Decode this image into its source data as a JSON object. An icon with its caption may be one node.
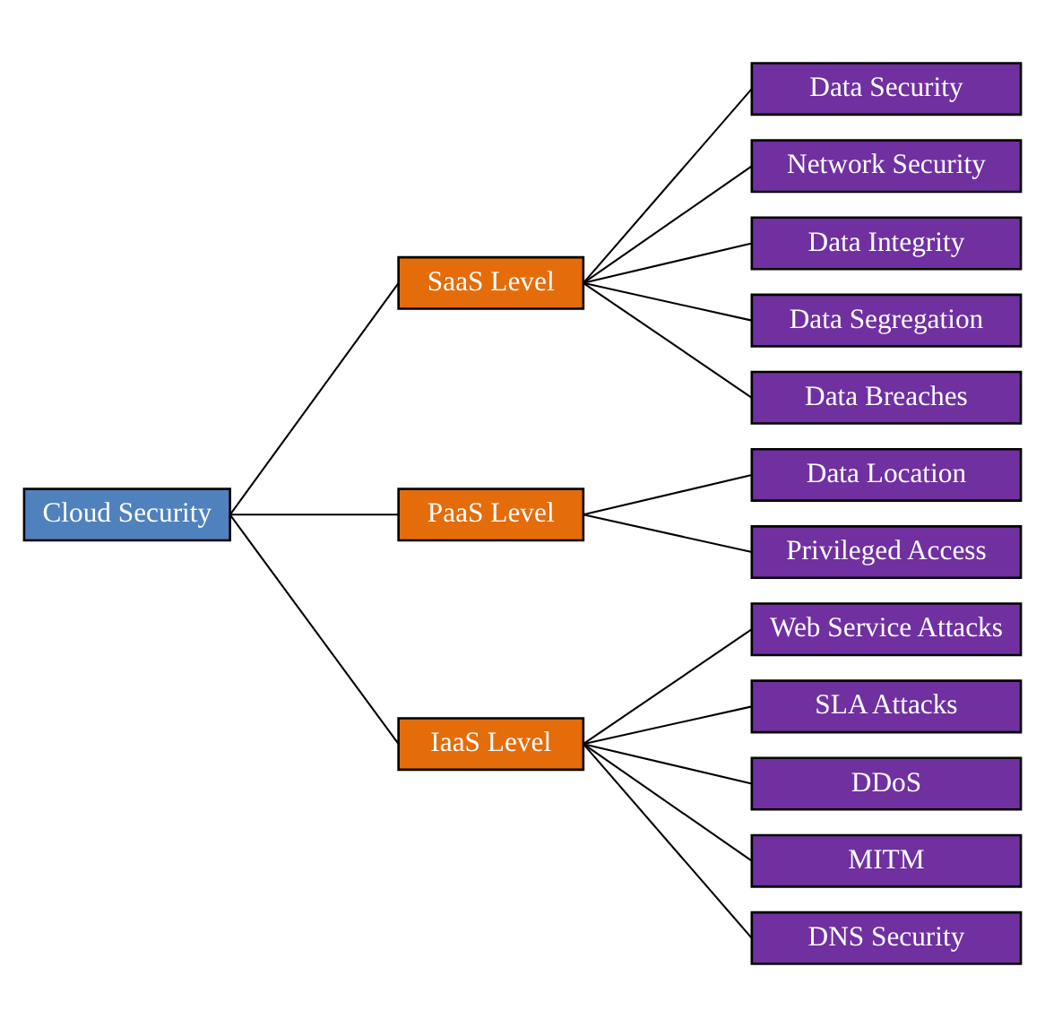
{
  "diagram": {
    "nodes": [
      {
        "text": [
          "Cloud Security"
        ]
      },
      {
        "text": [
          "SaaS Level"
        ]
      },
      {
        "text": [
          "PaaS Level"
        ]
      },
      {
        "text": [
          "IaaS Level"
        ]
      },
      {
        "text": [
          "Data Security"
        ]
      },
      {
        "text": [
          "Network Security"
        ]
      },
      {
        "text": [
          "Data Integrity"
        ]
      },
      {
        "text": [
          "Data Segregation"
        ]
      },
      {
        "text": [
          "Data Breaches"
        ]
      },
      {
        "text": [
          "Data Location"
        ]
      },
      {
        "text": [
          "Privileged Access"
        ]
      },
      {
        "text": [
          "Web Service Attacks"
        ]
      },
      {
        "text": [
          "SLA Attacks"
        ]
      },
      {
        "text": [
          "DDoS"
        ]
      },
      {
        "text": [
          "MITM"
        ]
      },
      {
        "text": [
          "DNS Security"
        ]
      }
    ],
    "edges": [
      {
        "from": 0,
        "to": 1,
        "arrow": "none"
      },
      {
        "from": 0,
        "to": 2,
        "arrow": "none"
      },
      {
        "from": 0,
        "to": 3,
        "arrow": "none"
      },
      {
        "from": 1,
        "to": 4,
        "arrow": "none"
      },
      {
        "from": 1,
        "to": 5,
        "arrow": "none"
      },
      {
        "from": 1,
        "to": 6,
        "arrow": "none"
      },
      {
        "from": 1,
        "to": 7,
        "arrow": "none"
      },
      {
        "from": 1,
        "to": 8,
        "arrow": "none"
      },
      {
        "from": 2,
        "to": 9,
        "arrow": "none"
      },
      {
        "from": 2,
        "to": 10,
        "arrow": "none"
      },
      {
        "from": 3,
        "to": 11,
        "arrow": "none"
      },
      {
        "from": 3,
        "to": 12,
        "arrow": "none"
      },
      {
        "from": 3,
        "to": 13,
        "arrow": "none"
      },
      {
        "from": 3,
        "to": 14,
        "arrow": "none"
      },
      {
        "from": 3,
        "to": 15,
        "arrow": "none"
      }
    ]
  }
}
